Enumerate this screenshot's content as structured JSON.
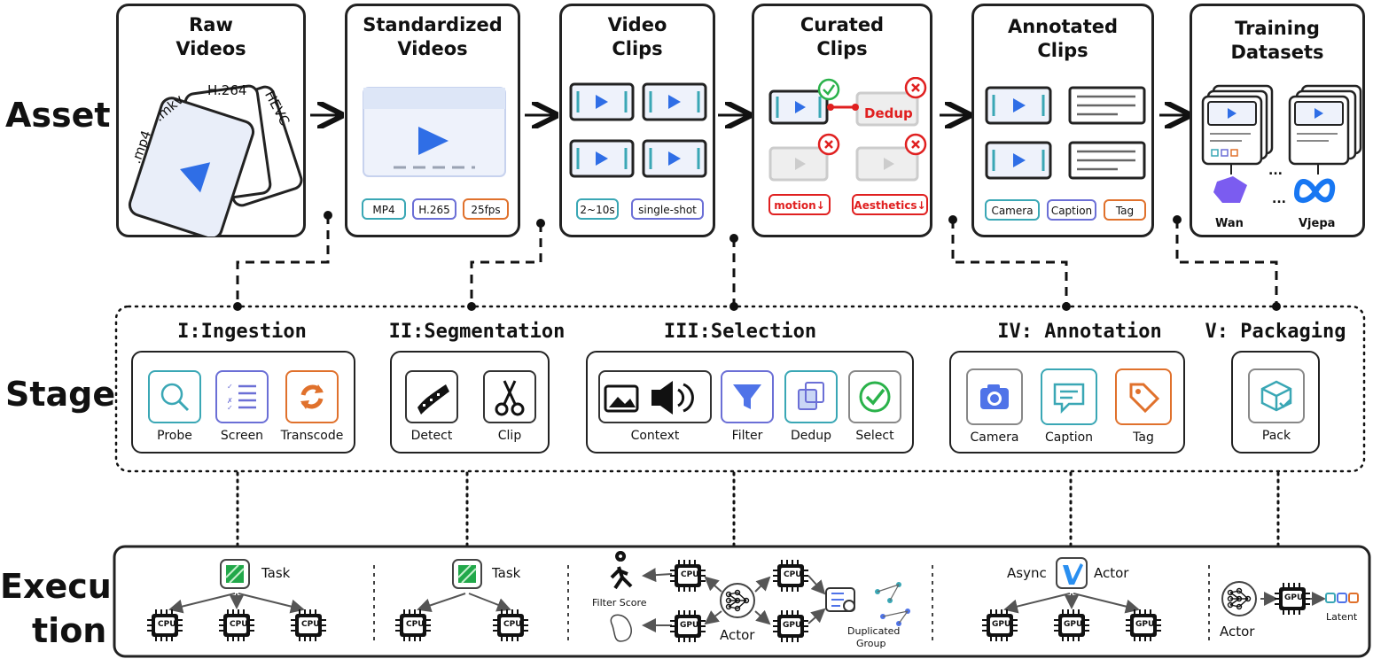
{
  "rows": {
    "asset": "Asset",
    "stage": "Stage",
    "execution_line1": "Execu",
    "execution_line2": "tion"
  },
  "assets": [
    {
      "title_line1": "Raw",
      "title_line2": "Videos",
      "formats": [
        ".mp4",
        ".mkv",
        "H.264",
        "HEVC"
      ]
    },
    {
      "title_line1": "Standardized",
      "title_line2": "Videos",
      "chips": [
        "MP4",
        "H.265",
        "25fps"
      ]
    },
    {
      "title_line1": "Video",
      "title_line2": "Clips",
      "chips": [
        "2~10s",
        "single-shot"
      ]
    },
    {
      "title_line1": "Curated",
      "title_line2": "Clips",
      "dedup": "Dedup",
      "chips": [
        "motion↓",
        "Aesthetics↓"
      ]
    },
    {
      "title_line1": "Annotated",
      "title_line2": "Clips",
      "chips": [
        "Camera",
        "Caption",
        "Tag"
      ]
    },
    {
      "title_line1": "Training",
      "title_line2": "Datasets",
      "models": [
        "Wan",
        "Vjepa"
      ],
      "ellipsis": "..."
    }
  ],
  "stages": [
    {
      "title": "I:Ingestion",
      "tools": [
        "Probe",
        "Screen",
        "Transcode"
      ]
    },
    {
      "title": "II:Segmentation",
      "tools": [
        "Detect",
        "Clip"
      ]
    },
    {
      "title": "III:Selection",
      "tools": [
        "Context",
        "Filter",
        "Dedup",
        "Select"
      ]
    },
    {
      "title": "IV: Annotation",
      "tools": [
        "Camera",
        "Caption",
        "Tag"
      ]
    },
    {
      "title": "V: Packaging",
      "tools": [
        "Pack"
      ]
    }
  ],
  "execution": {
    "task": "Task",
    "cpu": "CPU",
    "gpu": "GPU",
    "filter_score": "Filter Score",
    "actor": "Actor",
    "duplicated_line1": "Duplicated",
    "duplicated_line2": "Group",
    "async": "Async",
    "latent": "Latent"
  },
  "colors": {
    "teal": "#3aa7b5",
    "blue": "#2f6ee6",
    "purple": "#6b6fd6",
    "orange": "#e0712c",
    "red": "#e02020",
    "green": "#2ab24a"
  }
}
